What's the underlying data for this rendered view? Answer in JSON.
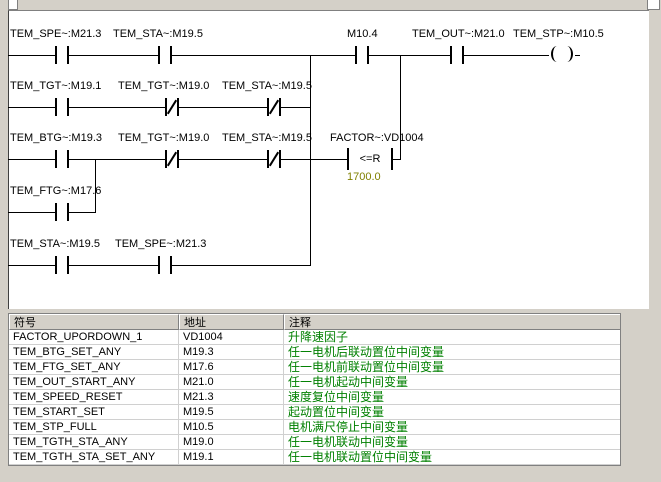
{
  "window": {
    "bg_color": "#d4d0c8",
    "canvas_color": "#ffffff"
  },
  "ladder": {
    "wire_color": "#000000",
    "value_color": "#808000",
    "rung1": {
      "contact1_label": "TEM_SPE~:M21.3",
      "contact2_label": "TEM_STA~:M19.5",
      "contact3_label": "M10.4",
      "contact4_label": "TEM_OUT~:M21.0",
      "coil_label": "TEM_STP~:M10.5"
    },
    "branch2": {
      "contact1_label": "TEM_TGT~:M19.1",
      "contact2_label": "TEM_TGT~:M19.0",
      "contact3_label": "TEM_STA~:M19.5"
    },
    "branch3": {
      "contact1_label": "TEM_BTG~:M19.3",
      "contact2_label": "TEM_TGT~:M19.0",
      "contact3_label": "TEM_STA~:M19.5",
      "compare_label": "FACTOR~:VD1004",
      "compare_op": "<=R",
      "compare_value": "1700.0"
    },
    "branch4": {
      "contact1_label": "TEM_FTG~:M17.6"
    },
    "branch5": {
      "contact1_label": "TEM_STA~:M19.5",
      "contact2_label": "TEM_SPE~:M21.3"
    }
  },
  "symbol_table": {
    "comment_color": "#008000",
    "headers": {
      "symbol": "符号",
      "address": "地址",
      "comment": "注释"
    },
    "rows": [
      {
        "symbol": "FACTOR_UPORDOWN_1",
        "address": "VD1004",
        "comment": "升降速因子"
      },
      {
        "symbol": "TEM_BTG_SET_ANY",
        "address": "M19.3",
        "comment": "任一电机后联动置位中间变量"
      },
      {
        "symbol": "TEM_FTG_SET_ANY",
        "address": "M17.6",
        "comment": "任一电机前联动置位中间变量"
      },
      {
        "symbol": "TEM_OUT_START_ANY",
        "address": "M21.0",
        "comment": "任一电机起动中间变量"
      },
      {
        "symbol": "TEM_SPEED_RESET",
        "address": "M21.3",
        "comment": "速度复位中间变量"
      },
      {
        "symbol": "TEM_START_SET",
        "address": "M19.5",
        "comment": "起动置位中间变量"
      },
      {
        "symbol": "TEM_STP_FULL",
        "address": "M10.5",
        "comment": "电机满尺停止中间变量"
      },
      {
        "symbol": "TEM_TGTH_STA_ANY",
        "address": "M19.0",
        "comment": "任一电机联动中间变量"
      },
      {
        "symbol": "TEM_TGTH_STA_SET_ANY",
        "address": "M19.1",
        "comment": "任一电机联动置位中间变量"
      }
    ]
  }
}
